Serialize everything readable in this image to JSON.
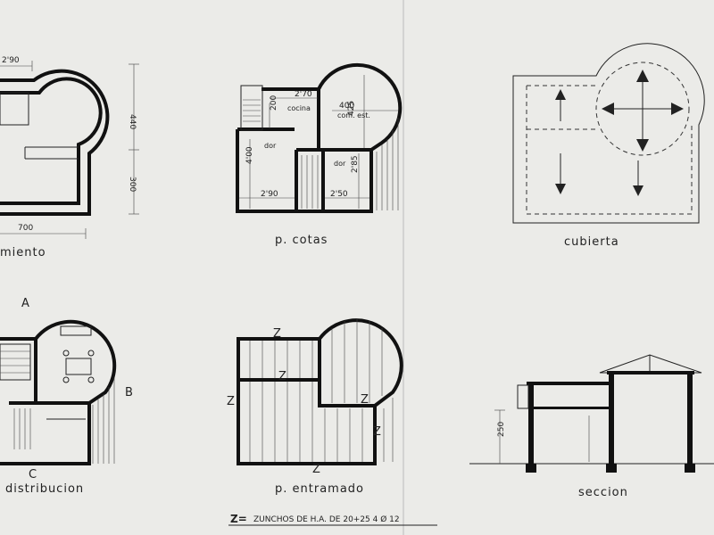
{
  "titles": {
    "cimiento": "miento",
    "cotas": "p. cotas",
    "cubierta": "cubierta",
    "distribucion": "distribucion",
    "entramado": "p. entramado",
    "seccion": "seccion"
  },
  "dimensions": {
    "c_top": "2'90",
    "c_bottom": "700",
    "c_side_top": "440",
    "c_side_bottom": "300",
    "p_270": "2'70",
    "p_200": "200",
    "p_400a": "400",
    "p_425": "425",
    "p_400b": "4'00",
    "p_290": "2'90",
    "p_250": "2'50",
    "p_285": "2'85",
    "s_250": "250"
  },
  "rooms": {
    "cocina": "cocina",
    "dor1": "dor",
    "dor2": "dor",
    "com_est": "com. est."
  },
  "markers": {
    "a": "A",
    "b": "B",
    "c": "C",
    "z": "Z"
  },
  "legend": {
    "key": "Z=",
    "text": "ZUNCHOS DE H.A. DE 20+25 4 Ø 12"
  }
}
